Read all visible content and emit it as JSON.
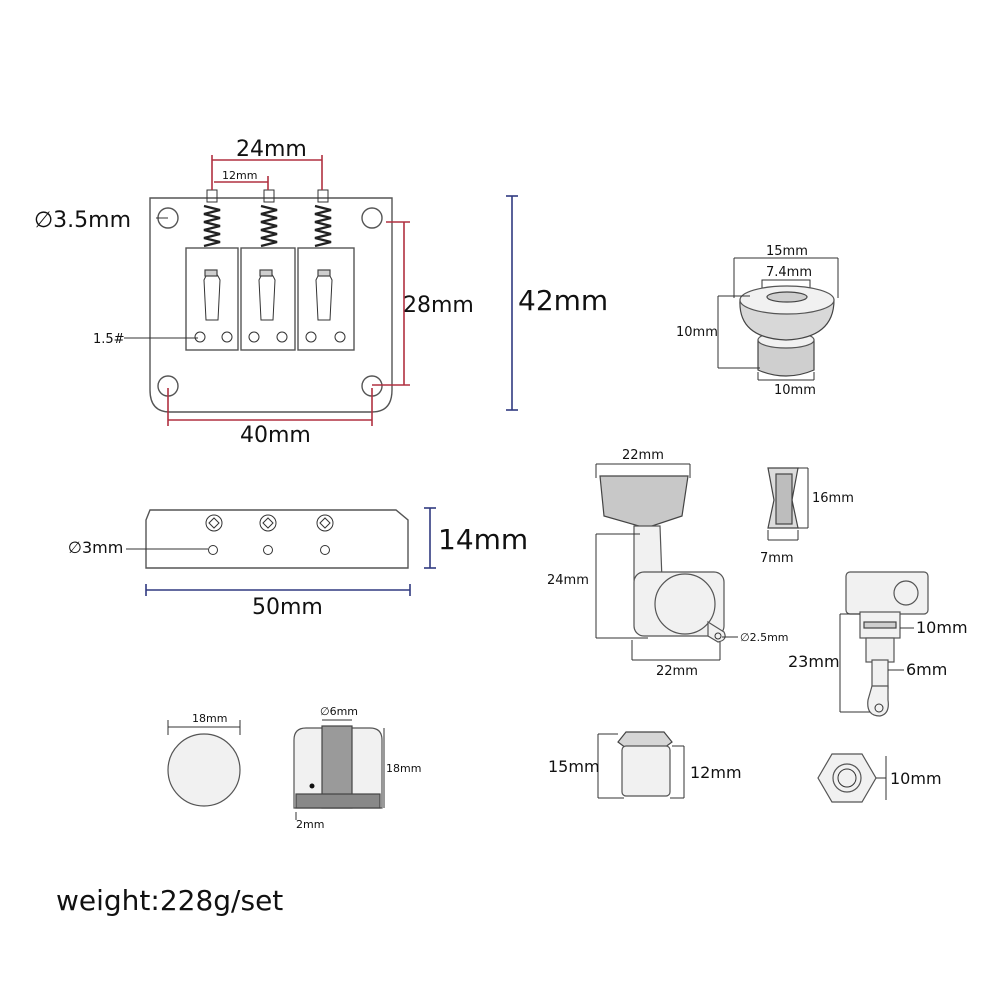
{
  "bridge_top": {
    "spacing_outer": "24mm",
    "spacing_inner": "12mm",
    "hole_diameter": "∅3.5mm",
    "screw_size": "1.5#",
    "height_inner": "28mm",
    "height_outer": "42mm",
    "width_holes": "40mm"
  },
  "bridge_side": {
    "hole_diameter": "∅3mm",
    "height": "14mm",
    "width": "50mm"
  },
  "strap_button": {
    "top_width": "15mm",
    "hole_width": "7.4mm",
    "height": "10mm",
    "base_width": "10mm"
  },
  "tuner": {
    "button_width": "22mm",
    "height": "24mm",
    "base_width": "22mm",
    "screw_hole": "∅2.5mm"
  },
  "tuner_button_side": {
    "height": "16mm",
    "width": "7mm"
  },
  "tuner_shaft": {
    "top_diameter": "10mm",
    "height": "23mm",
    "shaft_diameter": "6mm"
  },
  "bushing": {
    "height": "15mm",
    "body_width": "12mm"
  },
  "nut": {
    "width": "10mm"
  },
  "knob_top": {
    "diameter": "18mm"
  },
  "knob_side": {
    "shaft_hole": "∅6mm",
    "height": "18mm",
    "set_screw": "2mm"
  },
  "weight_text": "weight:228g/set",
  "colors": {
    "dimension_red": "#b03040",
    "dimension_blue": "#303a80"
  }
}
